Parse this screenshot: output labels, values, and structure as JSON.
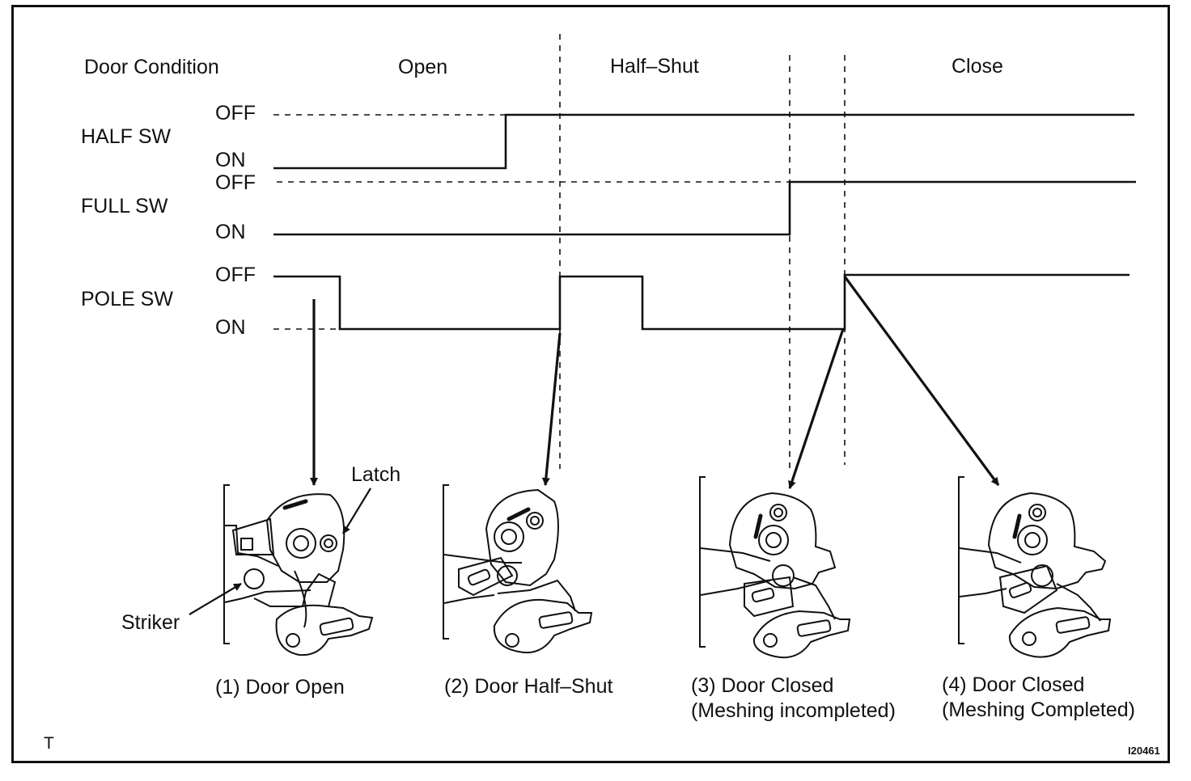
{
  "header": {
    "door_condition": "Door Condition",
    "phases": [
      "Open",
      "Half–Shut",
      "Close"
    ]
  },
  "switches": [
    {
      "name": "HALF SW",
      "off": "OFF",
      "on": "ON"
    },
    {
      "name": "FULL SW",
      "off": "OFF",
      "on": "ON"
    },
    {
      "name": "POLE SW",
      "off": "OFF",
      "on": "ON"
    }
  ],
  "parts": {
    "latch": "Latch",
    "striker": "Striker"
  },
  "captions": [
    {
      "line1": "(1) Door Open",
      "line2": ""
    },
    {
      "line1": "(2) Door Half–Shut",
      "line2": ""
    },
    {
      "line1": "(3) Door Closed",
      "line2": "(Meshing incompleted)"
    },
    {
      "line1": "(4) Door Closed",
      "line2": "(Meshing Completed)"
    }
  ],
  "corner_mark": "T",
  "figure_id": "I20461",
  "colors": {
    "ink": "#111111",
    "paper": "#ffffff"
  }
}
